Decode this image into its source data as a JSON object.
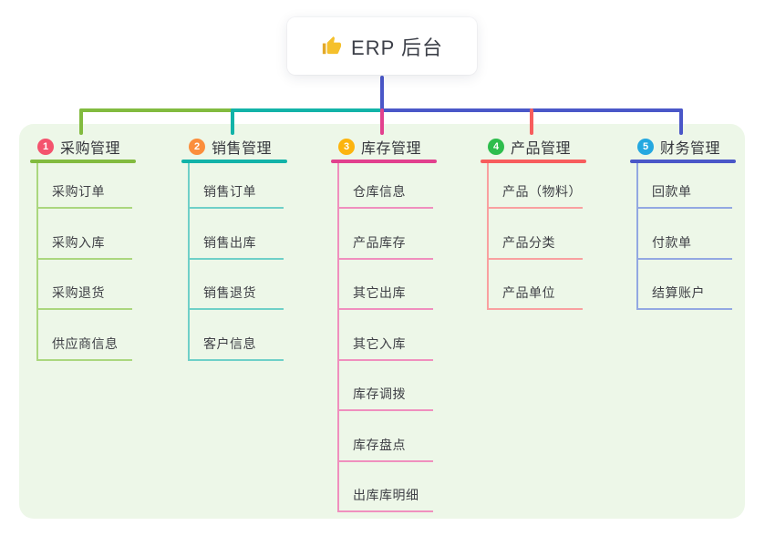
{
  "root": {
    "icon": "thumbs-up",
    "label": "ERP 后台"
  },
  "colors": {
    "page_bg": "#ffffff",
    "panel_bg": "#edf7e8",
    "trunk": "#4a57c8",
    "root_text": "#3d4049",
    "title_text": "#35363c",
    "child_text": "#3f4046",
    "thumb_icon": "#f5c02c"
  },
  "branches": [
    {
      "num": "1",
      "label": "采购管理",
      "badge_color": "#f4536e",
      "line_color": "#82bb3f",
      "light_color": "#abd77e",
      "children": [
        "采购订单",
        "采购入库",
        "采购退货",
        "供应商信息"
      ]
    },
    {
      "num": "2",
      "label": "销售管理",
      "badge_color": "#fb8e3c",
      "line_color": "#12b3a8",
      "light_color": "#6fd0c8",
      "children": [
        "销售订单",
        "销售出库",
        "销售退货",
        "客户信息"
      ]
    },
    {
      "num": "3",
      "label": "库存管理",
      "badge_color": "#fcb40e",
      "line_color": "#e2418e",
      "light_color": "#f08fbe",
      "children": [
        "仓库信息",
        "产品库存",
        "其它出库",
        "其它入库",
        "库存调拨",
        "库存盘点",
        "出库库明细"
      ]
    },
    {
      "num": "4",
      "label": "产品管理",
      "badge_color": "#2ebd4d",
      "line_color": "#f75d5d",
      "light_color": "#f9a0a0",
      "children": [
        "产品（物料）",
        "产品分类",
        "产品单位"
      ]
    },
    {
      "num": "5",
      "label": "财务管理",
      "badge_color": "#25a8e0",
      "line_color": "#4a57c8",
      "light_color": "#93a8e2",
      "children": [
        "回款单",
        "付款单",
        "结算账户"
      ]
    }
  ]
}
